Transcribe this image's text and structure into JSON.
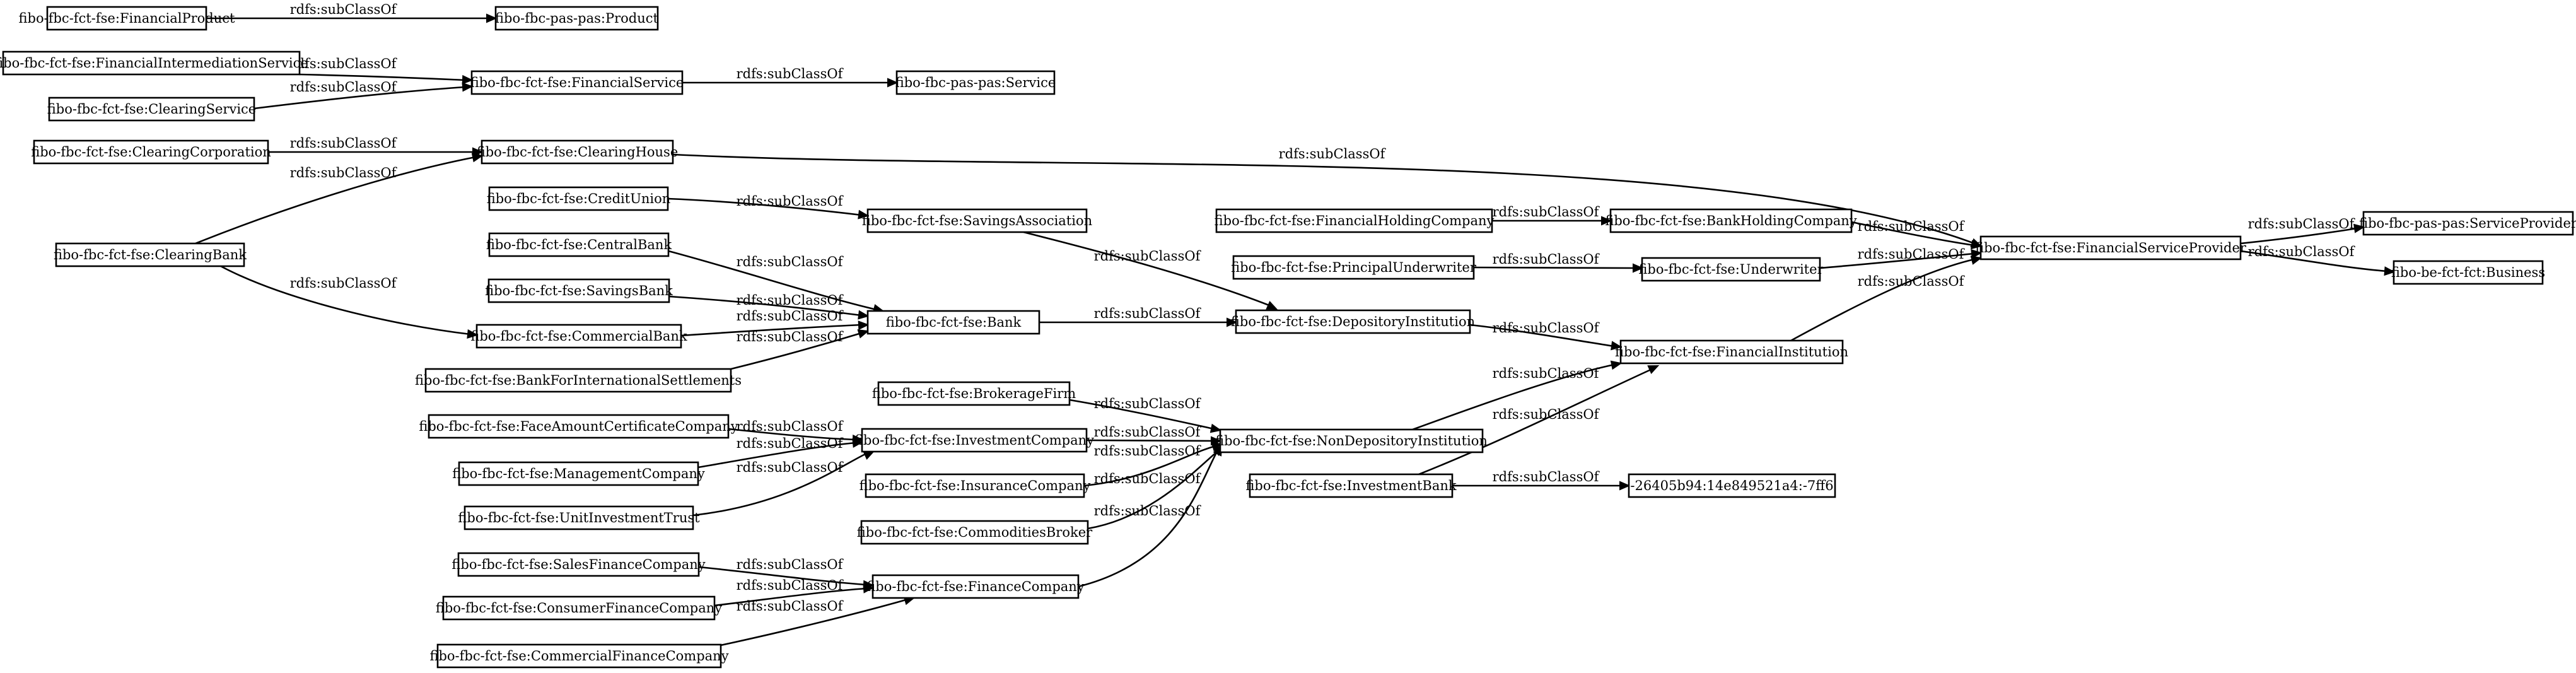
{
  "graph": {
    "nodes": [
      {
        "id": "n_fp",
        "label": "fibo-fbc-fct-fse:FinancialProduct"
      },
      {
        "id": "n_prod",
        "label": "fibo-fbc-pas-pas:Product"
      },
      {
        "id": "n_fis",
        "label": "fibo-fbc-fct-fse:FinancialIntermediationService"
      },
      {
        "id": "n_fs",
        "label": "fibo-fbc-fct-fse:FinancialService"
      },
      {
        "id": "n_svc",
        "label": "fibo-fbc-pas-pas:Service"
      },
      {
        "id": "n_cs",
        "label": "fibo-fbc-fct-fse:ClearingService"
      },
      {
        "id": "n_cc",
        "label": "fibo-fbc-fct-fse:ClearingCorporation"
      },
      {
        "id": "n_ch",
        "label": "fibo-fbc-fct-fse:ClearingHouse"
      },
      {
        "id": "n_cu",
        "label": "fibo-fbc-fct-fse:CreditUnion"
      },
      {
        "id": "n_sa",
        "label": "fibo-fbc-fct-fse:SavingsAssociation"
      },
      {
        "id": "n_fhc",
        "label": "fibo-fbc-fct-fse:FinancialHoldingCompany"
      },
      {
        "id": "n_bhc",
        "label": "fibo-fbc-fct-fse:BankHoldingCompany"
      },
      {
        "id": "n_fsp",
        "label": "fibo-fbc-fct-fse:FinancialServiceProvider"
      },
      {
        "id": "n_sp",
        "label": "fibo-fbc-pas-pas:ServiceProvider"
      },
      {
        "id": "n_cb",
        "label": "fibo-fbc-fct-fse:ClearingBank"
      },
      {
        "id": "n_centb",
        "label": "fibo-fbc-fct-fse:CentralBank"
      },
      {
        "id": "n_pu",
        "label": "fibo-fbc-fct-fse:PrincipalUnderwriter"
      },
      {
        "id": "n_uw",
        "label": "fibo-fbc-fct-fse:Underwriter"
      },
      {
        "id": "n_bus",
        "label": "fibo-be-fct-fct:Business"
      },
      {
        "id": "n_sb",
        "label": "fibo-fbc-fct-fse:SavingsBank"
      },
      {
        "id": "n_bank",
        "label": "fibo-fbc-fct-fse:Bank"
      },
      {
        "id": "n_di",
        "label": "fibo-fbc-fct-fse:DepositoryInstitution"
      },
      {
        "id": "n_comb",
        "label": "fibo-fbc-fct-fse:CommercialBank"
      },
      {
        "id": "n_fi",
        "label": "fibo-fbc-fct-fse:FinancialInstitution"
      },
      {
        "id": "n_bis",
        "label": "fibo-fbc-fct-fse:BankForInternationalSettlements"
      },
      {
        "id": "n_bf",
        "label": "fibo-fbc-fct-fse:BrokerageFirm"
      },
      {
        "id": "n_facc",
        "label": "fibo-fbc-fct-fse:FaceAmountCertificateCompany"
      },
      {
        "id": "n_ic",
        "label": "fibo-fbc-fct-fse:InvestmentCompany"
      },
      {
        "id": "n_ndi",
        "label": "fibo-fbc-fct-fse:NonDepositoryInstitution"
      },
      {
        "id": "n_mc",
        "label": "fibo-fbc-fct-fse:ManagementCompany"
      },
      {
        "id": "n_insc",
        "label": "fibo-fbc-fct-fse:InsuranceCompany"
      },
      {
        "id": "n_ib",
        "label": "fibo-fbc-fct-fse:InvestmentBank"
      },
      {
        "id": "n_blank",
        "label": "-26405b94:14e849521a4:-7ff6"
      },
      {
        "id": "n_uit",
        "label": "fibo-fbc-fct-fse:UnitInvestmentTrust"
      },
      {
        "id": "n_cbk",
        "label": "fibo-fbc-fct-fse:CommoditiesBroker"
      },
      {
        "id": "n_sfc",
        "label": "fibo-fbc-fct-fse:SalesFinanceCompany"
      },
      {
        "id": "n_fc",
        "label": "fibo-fbc-fct-fse:FinanceCompany"
      },
      {
        "id": "n_cfc",
        "label": "fibo-fbc-fct-fse:ConsumerFinanceCompany"
      },
      {
        "id": "n_comfc",
        "label": "fibo-fbc-fct-fse:CommercialFinanceCompany"
      }
    ],
    "edges": [
      {
        "id": "e_fp_prod",
        "label": "rdfs:subClassOf"
      },
      {
        "id": "e_fis_fs",
        "label": "rdfs:subClassOf"
      },
      {
        "id": "e_cs_fs",
        "label": "rdfs:subClassOf"
      },
      {
        "id": "e_fs_svc",
        "label": "rdfs:subClassOf"
      },
      {
        "id": "e_cc_ch",
        "label": "rdfs:subClassOf"
      },
      {
        "id": "e_cb_ch",
        "label": "rdfs:subClassOf"
      },
      {
        "id": "e_cb_comb",
        "label": "rdfs:subClassOf"
      },
      {
        "id": "e_ch_fsp",
        "label": "rdfs:subClassOf"
      },
      {
        "id": "e_cu_sa",
        "label": "rdfs:subClassOf"
      },
      {
        "id": "e_sa_di",
        "label": "rdfs:subClassOf"
      },
      {
        "id": "e_fhc_bhc",
        "label": "rdfs:subClassOf"
      },
      {
        "id": "e_bhc_fsp",
        "label": "rdfs:subClassOf"
      },
      {
        "id": "e_fsp_sp",
        "label": "rdfs:subClassOf"
      },
      {
        "id": "e_fsp_bus",
        "label": "rdfs:subClassOf"
      },
      {
        "id": "e_centb_bank",
        "label": "rdfs:subClassOf"
      },
      {
        "id": "e_sb_bank",
        "label": "rdfs:subClassOf"
      },
      {
        "id": "e_comb_bank",
        "label": "rdfs:subClassOf"
      },
      {
        "id": "e_bis_bank",
        "label": "rdfs:subClassOf"
      },
      {
        "id": "e_bank_di",
        "label": "rdfs:subClassOf"
      },
      {
        "id": "e_pu_uw",
        "label": "rdfs:subClassOf"
      },
      {
        "id": "e_uw_fsp",
        "label": "rdfs:subClassOf"
      },
      {
        "id": "e_di_fi",
        "label": "rdfs:subClassOf"
      },
      {
        "id": "e_fi_fsp",
        "label": "rdfs:subClassOf"
      },
      {
        "id": "e_bf_ndi",
        "label": "rdfs:subClassOf"
      },
      {
        "id": "e_facc_ic",
        "label": "rdfs:subClassOf"
      },
      {
        "id": "e_mc_ic",
        "label": "rdfs:subClassOf"
      },
      {
        "id": "e_uit_ic",
        "label": "rdfs:subClassOf"
      },
      {
        "id": "e_ic_ndi",
        "label": "rdfs:subClassOf"
      },
      {
        "id": "e_insc_ndi",
        "label": "rdfs:subClassOf"
      },
      {
        "id": "e_cbk_ndi",
        "label": "rdfs:subClassOf"
      },
      {
        "id": "e_fc_ndi",
        "label": "rdfs:subClassOf"
      },
      {
        "id": "e_ndi_fi",
        "label": "rdfs:subClassOf"
      },
      {
        "id": "e_ib_fi",
        "label": "rdfs:subClassOf"
      },
      {
        "id": "e_ib_blank",
        "label": "rdfs:subClassOf"
      },
      {
        "id": "e_sfc_fc",
        "label": "rdfs:subClassOf"
      },
      {
        "id": "e_cfc_fc",
        "label": "rdfs:subClassOf"
      },
      {
        "id": "e_comfc_fc",
        "label": "rdfs:subClassOf"
      }
    ]
  }
}
